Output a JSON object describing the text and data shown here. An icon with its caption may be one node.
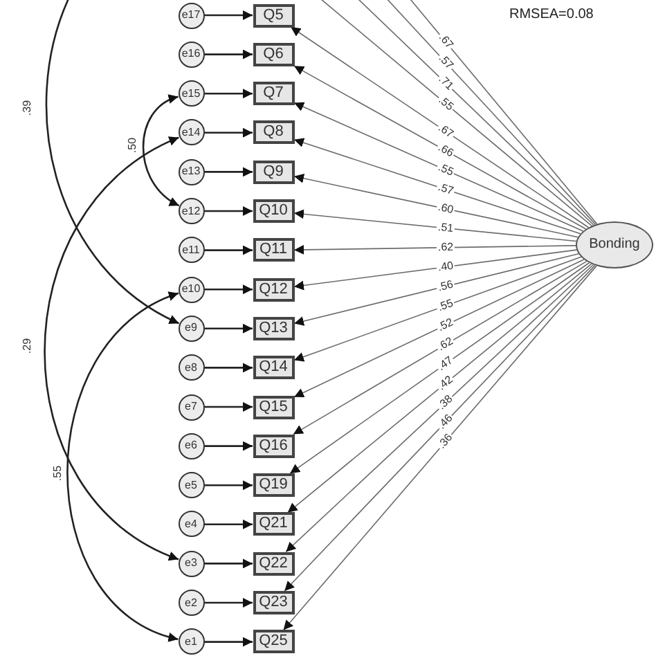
{
  "diagram": {
    "nodes": [
      {
        "text": [
          "e17"
        ]
      },
      {
        "text": [
          "Q5"
        ]
      },
      {
        "text": [
          "e16"
        ]
      },
      {
        "text": [
          "Q6"
        ]
      },
      {
        "text": [
          "e15"
        ]
      },
      {
        "text": [
          "Q7"
        ]
      },
      {
        "text": [
          "e14"
        ]
      },
      {
        "text": [
          "Q8"
        ]
      },
      {
        "text": [
          "e13"
        ]
      },
      {
        "text": [
          "Q9"
        ]
      },
      {
        "text": [
          "e12"
        ]
      },
      {
        "text": [
          "Q10"
        ]
      },
      {
        "text": [
          "e11"
        ]
      },
      {
        "text": [
          "Q11"
        ]
      },
      {
        "text": [
          "e10"
        ]
      },
      {
        "text": [
          "Q12"
        ]
      },
      {
        "text": [
          "e9"
        ]
      },
      {
        "text": [
          "Q13"
        ]
      },
      {
        "text": [
          "e8"
        ]
      },
      {
        "text": [
          "Q14"
        ]
      },
      {
        "text": [
          "e7"
        ]
      },
      {
        "text": [
          "Q15"
        ]
      },
      {
        "text": [
          "e6"
        ]
      },
      {
        "text": [
          "Q16"
        ]
      },
      {
        "text": [
          "e5"
        ]
      },
      {
        "text": [
          "Q19"
        ]
      },
      {
        "text": [
          "e4"
        ]
      },
      {
        "text": [
          "Q21"
        ]
      },
      {
        "text": [
          "e3"
        ]
      },
      {
        "text": [
          "Q22"
        ]
      },
      {
        "text": [
          "e2"
        ]
      },
      {
        "text": [
          "Q23"
        ]
      },
      {
        "text": [
          "e1"
        ]
      },
      {
        "text": [
          "Q25"
        ]
      },
      {
        "text": [
          "Bonding"
        ]
      }
    ],
    "edges": [
      {
        "from": 0,
        "to": 1,
        "arrow": "to"
      },
      {
        "from": 2,
        "to": 3,
        "arrow": "to"
      },
      {
        "from": 4,
        "to": 5,
        "arrow": "to"
      },
      {
        "from": 6,
        "to": 7,
        "arrow": "to"
      },
      {
        "from": 8,
        "to": 9,
        "arrow": "to"
      },
      {
        "from": 10,
        "to": 11,
        "arrow": "to"
      },
      {
        "from": 12,
        "to": 13,
        "arrow": "to"
      },
      {
        "from": 14,
        "to": 15,
        "arrow": "to"
      },
      {
        "from": 16,
        "to": 17,
        "arrow": "to"
      },
      {
        "from": 18,
        "to": 19,
        "arrow": "to"
      },
      {
        "from": 20,
        "to": 21,
        "arrow": "to"
      },
      {
        "from": 22,
        "to": 23,
        "arrow": "to"
      },
      {
        "from": 24,
        "to": 25,
        "arrow": "to"
      },
      {
        "from": 26,
        "to": 27,
        "arrow": "to"
      },
      {
        "from": 28,
        "to": 29,
        "arrow": "to"
      },
      {
        "from": 30,
        "to": 31,
        "arrow": "to"
      },
      {
        "from": 32,
        "to": 33,
        "arrow": "to"
      },
      {
        "from": 34,
        "to": null,
        "arrow": "none",
        "label": ".67"
      },
      {
        "from": 34,
        "to": null,
        "arrow": "none",
        "label": ".57"
      },
      {
        "from": 34,
        "to": null,
        "arrow": "none",
        "label": ".71"
      },
      {
        "from": 34,
        "to": null,
        "arrow": "none",
        "label": ".55"
      },
      {
        "from": 34,
        "to": 1,
        "arrow": "to",
        "label": ".67"
      },
      {
        "from": 34,
        "to": 3,
        "arrow": "to",
        "label": ".66"
      },
      {
        "from": 34,
        "to": 5,
        "arrow": "to",
        "label": ".55"
      },
      {
        "from": 34,
        "to": 7,
        "arrow": "to",
        "label": ".57"
      },
      {
        "from": 34,
        "to": 9,
        "arrow": "to",
        "label": ".60"
      },
      {
        "from": 34,
        "to": 11,
        "arrow": "to",
        "label": ".51"
      },
      {
        "from": 34,
        "to": 13,
        "arrow": "to",
        "label": ".62"
      },
      {
        "from": 34,
        "to": 15,
        "arrow": "to",
        "label": ".40"
      },
      {
        "from": 34,
        "to": 17,
        "arrow": "to",
        "label": ".56"
      },
      {
        "from": 34,
        "to": 19,
        "arrow": "to",
        "label": ".55"
      },
      {
        "from": 34,
        "to": 21,
        "arrow": "to",
        "label": ".52"
      },
      {
        "from": 34,
        "to": 23,
        "arrow": "to",
        "label": ".62"
      },
      {
        "from": 34,
        "to": 25,
        "arrow": "to",
        "label": ".47"
      },
      {
        "from": 34,
        "to": 27,
        "arrow": "to",
        "label": ".42"
      },
      {
        "from": 34,
        "to": 29,
        "arrow": "to",
        "label": ".38"
      },
      {
        "from": 34,
        "to": 31,
        "arrow": "to",
        "label": ".46"
      },
      {
        "from": 34,
        "to": 33,
        "arrow": "to",
        "label": ".36"
      },
      {
        "from": null,
        "to": 16,
        "arrow": "to",
        "label": ".39"
      },
      {
        "from": 4,
        "to": 10,
        "arrow": "both",
        "label": ".50"
      },
      {
        "from": 6,
        "to": 28,
        "arrow": "both",
        "label": ".29"
      },
      {
        "from": 14,
        "to": 32,
        "arrow": "both",
        "label": ".55"
      }
    ],
    "labels": [
      "RMSEA=0.08"
    ]
  }
}
